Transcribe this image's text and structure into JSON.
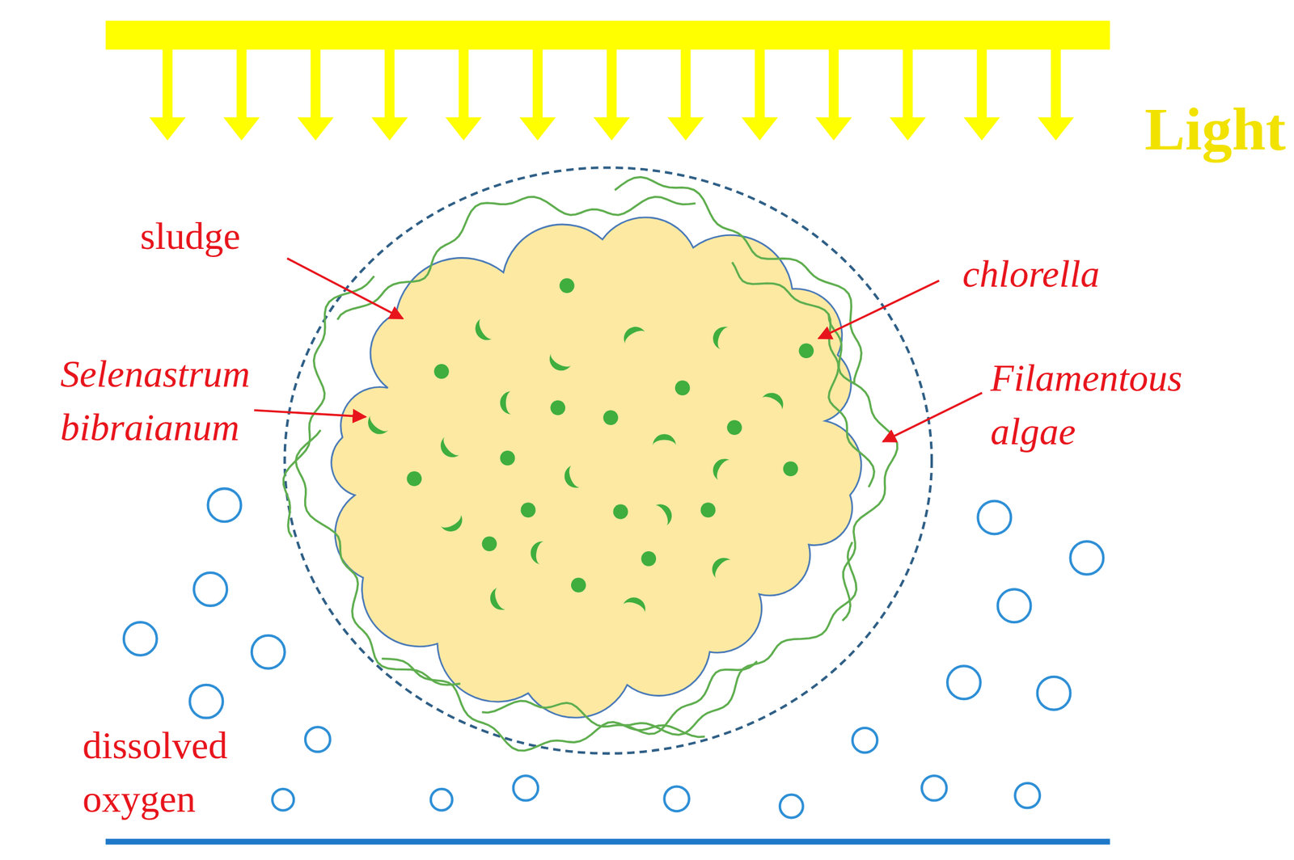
{
  "diagram": {
    "labels": [
      "Light",
      "sludge",
      "chlorella",
      "Selenastrum bibraianum",
      "Filamentous algae",
      "dissolved oxygen"
    ]
  }
}
